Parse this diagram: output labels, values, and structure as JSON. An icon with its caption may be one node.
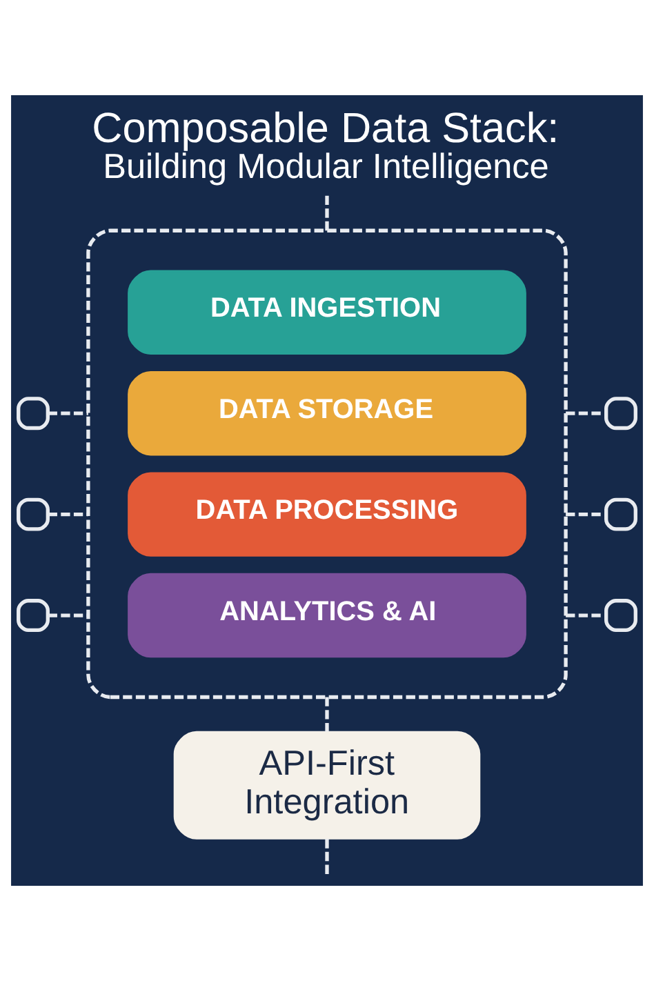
{
  "diagram": {
    "title": "Composable Data Stack: Building Modular Intelligence",
    "nodes": [
      {
        "text": [],
        "shape": "box"
      },
      {
        "text": [
          "DATA INGESTION"
        ],
        "in": 0
      },
      {
        "text": [
          "DATA STORAGE"
        ],
        "in": 0
      },
      {
        "text": [
          "DATA PROCESSING"
        ],
        "in": 0
      },
      {
        "text": [
          "ANALYTICS & AI"
        ],
        "in": 0
      },
      {
        "text": [],
        "shape": "box"
      },
      {
        "text": [],
        "shape": "box"
      },
      {
        "text": [],
        "shape": "box"
      },
      {
        "text": [],
        "shape": "box"
      },
      {
        "text": [],
        "shape": "box"
      },
      {
        "text": [],
        "shape": "box"
      },
      {
        "text": [
          "API-First Integration"
        ]
      }
    ],
    "edges": [
      {
        "from": null,
        "to": 0,
        "arrow": "none",
        "style": "dashed"
      },
      {
        "from": 5,
        "to": 0,
        "arrow": "none",
        "style": "dashed"
      },
      {
        "from": 0,
        "to": 6,
        "arrow": "none",
        "style": "dashed"
      },
      {
        "from": 7,
        "to": 0,
        "arrow": "none",
        "style": "dashed"
      },
      {
        "from": 0,
        "to": 8,
        "arrow": "none",
        "style": "dashed"
      },
      {
        "from": 9,
        "to": 0,
        "arrow": "none",
        "style": "dashed"
      },
      {
        "from": 0,
        "to": 10,
        "arrow": "none",
        "style": "dashed"
      },
      {
        "from": 0,
        "to": 11,
        "arrow": "none",
        "style": "dashed"
      },
      {
        "from": 11,
        "to": null,
        "arrow": "none",
        "style": "dashed"
      }
    ]
  }
}
